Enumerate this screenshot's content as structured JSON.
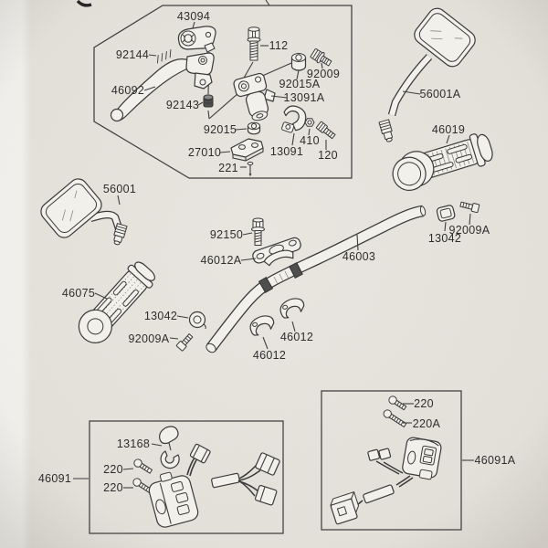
{
  "diagram": {
    "kind": "exploded-parts-diagram",
    "subject": "handlebar assembly"
  },
  "colors": {
    "paper": "#eae7e1",
    "line": "#3a3a3a",
    "label_text": "#2d2d2d",
    "knurl_band": "#4f4f4f"
  },
  "parts": {
    "p43094": "43094",
    "p92144": "92144",
    "p46092": "46092",
    "p92143": "92143",
    "p112": "112",
    "p92009": "92009",
    "p92015A": "92015A",
    "p13091A": "13091A",
    "p92015": "92015",
    "p27010": "27010",
    "p13091": "13091",
    "p410": "410",
    "p120": "120",
    "p221": "221",
    "p56001": "56001",
    "p56001A": "56001A",
    "p46019": "46019",
    "p46075": "46075",
    "p92150": "92150",
    "p46012A": "46012A",
    "p46003": "46003",
    "p13042_right": "13042",
    "p92009A_right": "92009A",
    "p13042_left": "13042",
    "p92009A_left": "92009A",
    "p46012_lower": "46012",
    "p46012_upper": "46012",
    "p46091": "46091",
    "p13168": "13168",
    "p220_left_1": "220",
    "p220_left_2": "220",
    "p46091A": "46091A",
    "p220_right": "220",
    "p220A_right": "220A"
  }
}
